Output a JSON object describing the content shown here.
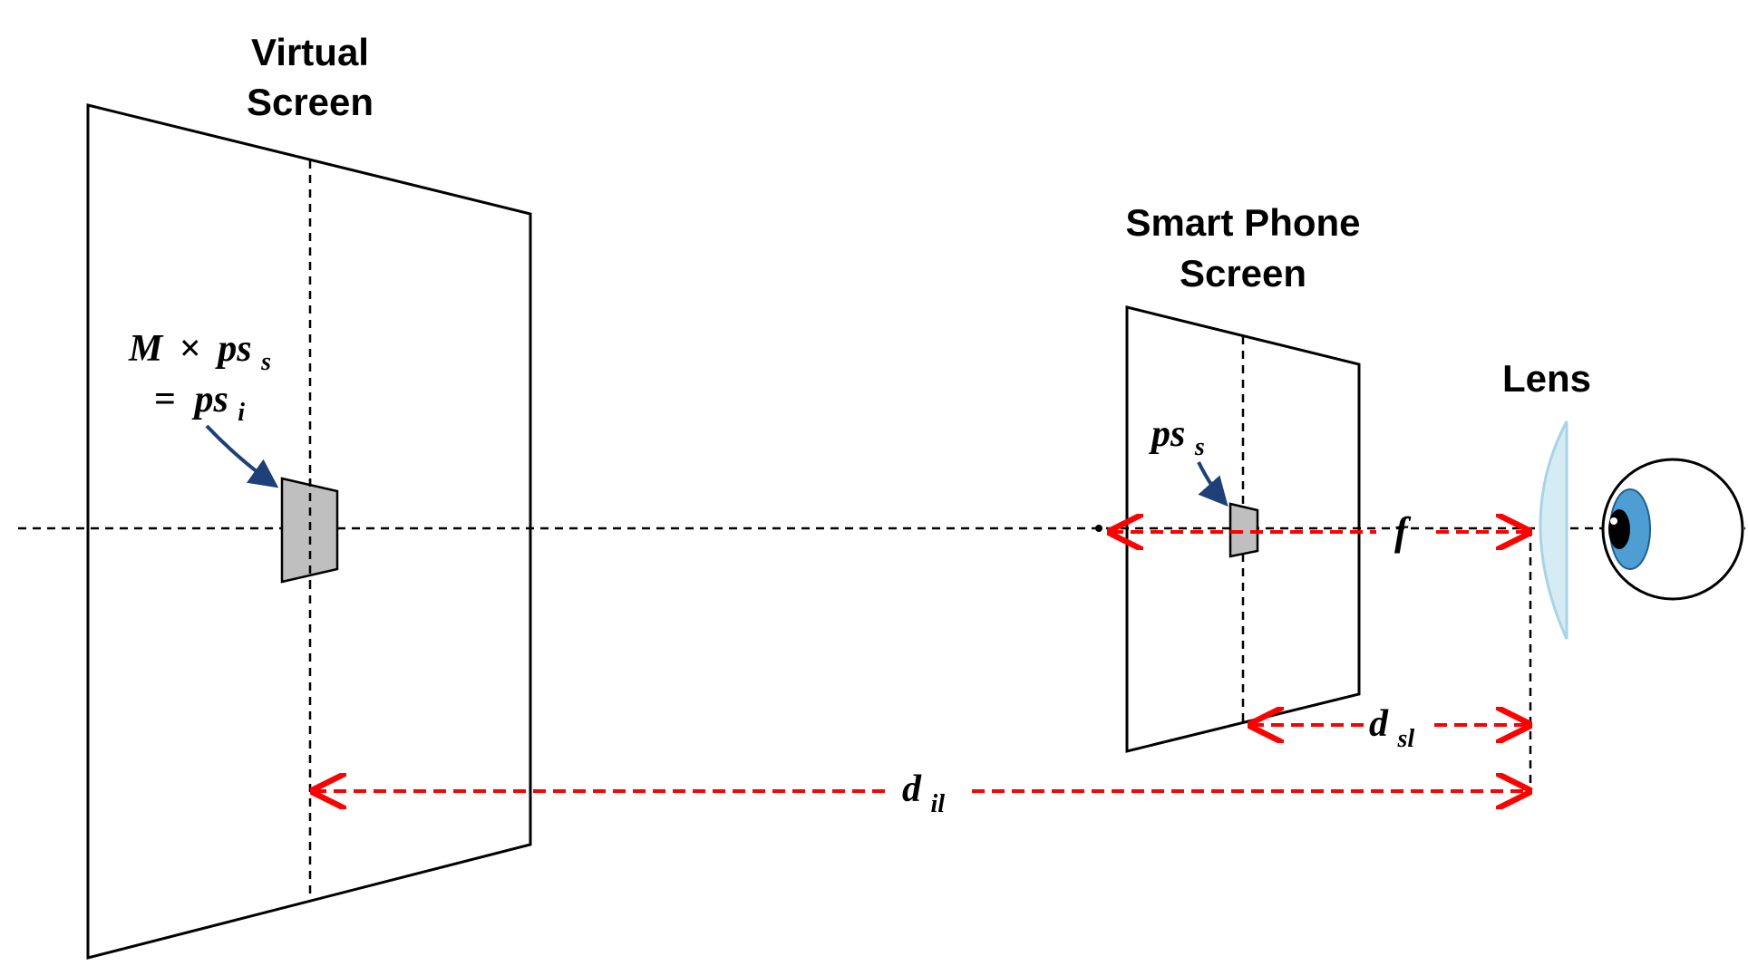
{
  "labels": {
    "virtual_screen_line1": "Virtual",
    "virtual_screen_line2": "Screen",
    "smartphone_line1": "Smart Phone",
    "smartphone_line2": "Screen",
    "lens": "Lens"
  },
  "math": {
    "virtual_pixel_M": "M",
    "virtual_pixel_times": "×",
    "virtual_pixel_ps": "ps",
    "virtual_pixel_sub_s": "s",
    "virtual_pixel_eq": "=",
    "virtual_pixel_ps2": "ps",
    "virtual_pixel_sub_i": "i",
    "phone_pixel_ps": "ps",
    "phone_pixel_sub_s": "s",
    "focal_length": "f",
    "dsl_main": "d",
    "dsl_sub": "sl",
    "dil_main": "d",
    "dil_sub": "il"
  },
  "colors": {
    "outline": "#000000",
    "dimension_arrow": "#ff0000",
    "pointer_arrow": "#1f3f78",
    "pixel_fill": "#bfbfbf",
    "lens_fill": "#d6ecf5",
    "lens_stroke": "#a9d3e6",
    "iris": "#4f9ed3"
  }
}
